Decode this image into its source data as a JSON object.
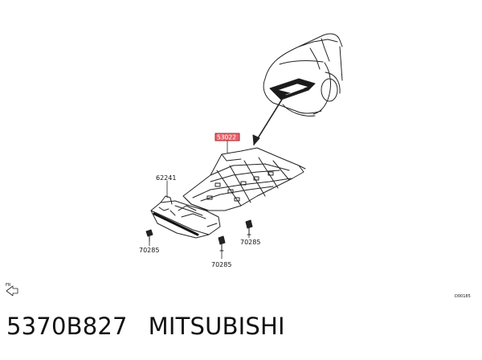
{
  "diagram": {
    "part_labels": {
      "highlighted": "53022",
      "shield": "62241",
      "clip_left": "70285",
      "clip_bottom": "70285",
      "clip_right": "70285"
    },
    "direction_label": "FR",
    "code": "D00185"
  },
  "caption": {
    "part_number": "5370B827",
    "brand": "MITSUBISHI"
  },
  "colors": {
    "highlight_fill": "#e2666e",
    "highlight_border": "#b8232c",
    "line": "#222222"
  }
}
